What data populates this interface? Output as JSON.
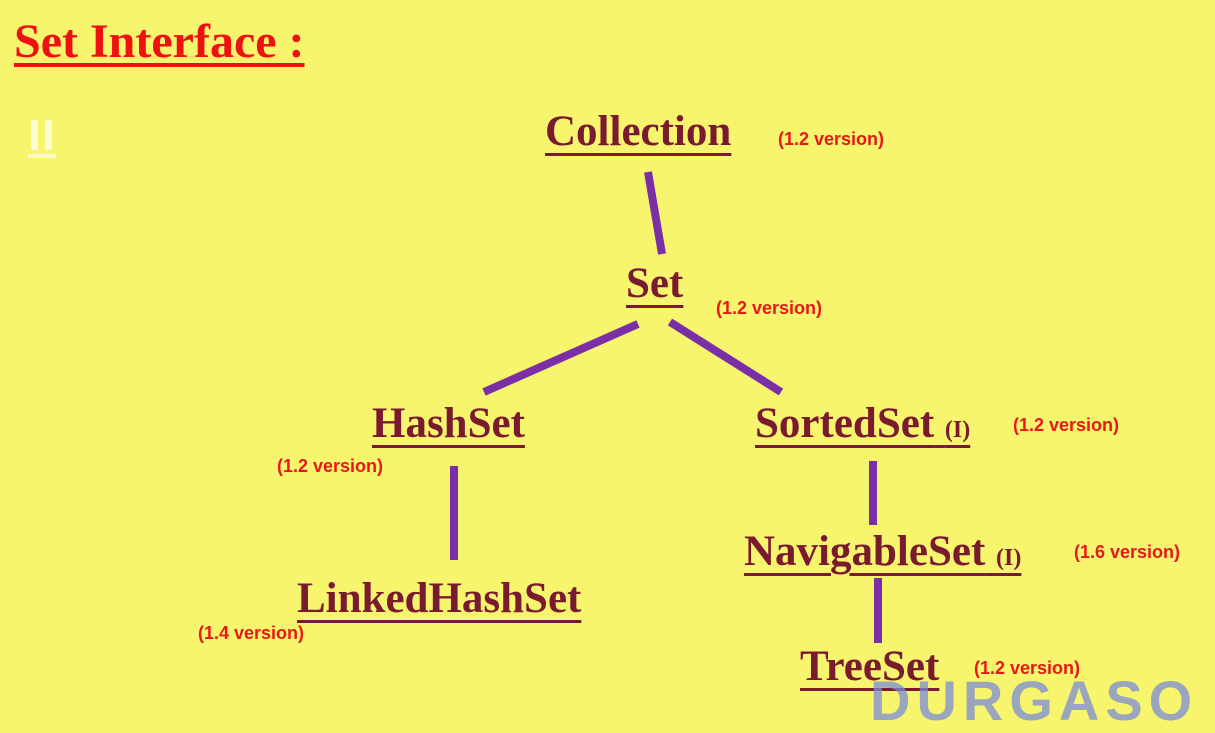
{
  "title": "Set Interface :",
  "watermark": "DURGASO",
  "colors": {
    "background": "#f7f46e",
    "title": "#ee1111",
    "node_text": "#7a1a2e",
    "version_text": "#e81818",
    "edge": "#7b2fa6"
  },
  "nodes": {
    "collection": {
      "label": "Collection",
      "version": "(1.2 version)"
    },
    "set": {
      "label": "Set",
      "version": "(1.2 version)"
    },
    "hashset": {
      "label": "HashSet",
      "version": "(1.2 version)"
    },
    "sortedset": {
      "label": "SortedSet",
      "suffix": "(I)",
      "version": "(1.2 version)"
    },
    "linkedhashset": {
      "label": "LinkedHashSet",
      "version": "(1.4 version)"
    },
    "navigableset": {
      "label": "NavigableSet",
      "suffix": "(I)",
      "version": "(1.6 version)"
    },
    "treeset": {
      "label": "TreeSet",
      "version": "(1.2 version)"
    }
  },
  "edges": [
    {
      "from": "collection",
      "to": "set"
    },
    {
      "from": "set",
      "to": "hashset"
    },
    {
      "from": "set",
      "to": "sortedset"
    },
    {
      "from": "hashset",
      "to": "linkedhashset"
    },
    {
      "from": "sortedset",
      "to": "navigableset"
    },
    {
      "from": "navigableset",
      "to": "treeset"
    }
  ]
}
